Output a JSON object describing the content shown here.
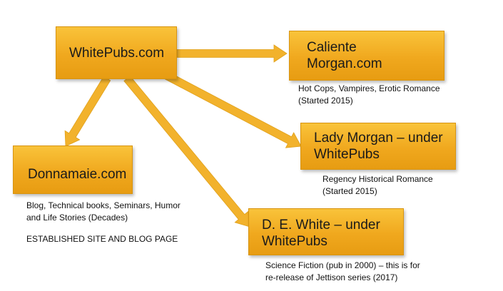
{
  "nodes": {
    "whitepubs": {
      "label": "WhitePubs.com"
    },
    "caliente": {
      "label": "Caliente Morgan.com",
      "desc": [
        "Hot Cops, Vampires, Erotic Romance",
        "(Started 2015)"
      ]
    },
    "ladymorgan": {
      "label": "Lady Morgan – under WhitePubs",
      "desc": [
        "Regency Historical Romance",
        "(Started 2015)"
      ]
    },
    "donnamaie": {
      "label": "Donnamaie.com",
      "desc": [
        "Blog, Technical books, Seminars, Humor",
        "and Life Stories (Decades)"
      ],
      "note": "ESTABLISHED SITE AND BLOG PAGE"
    },
    "dewhite": {
      "label": "D. E. White – under WhitePubs",
      "desc": [
        "Science Fiction (pub in 2000) – this is for",
        "re-release of Jettison series (2017)"
      ]
    }
  },
  "colors": {
    "box_fill": "#f0a81e",
    "arrow_fill": "#f2b22c"
  },
  "edges": [
    {
      "from": "whitepubs",
      "to": "caliente"
    },
    {
      "from": "whitepubs",
      "to": "ladymorgan"
    },
    {
      "from": "whitepubs",
      "to": "donnamaie"
    },
    {
      "from": "whitepubs",
      "to": "dewhite"
    }
  ]
}
